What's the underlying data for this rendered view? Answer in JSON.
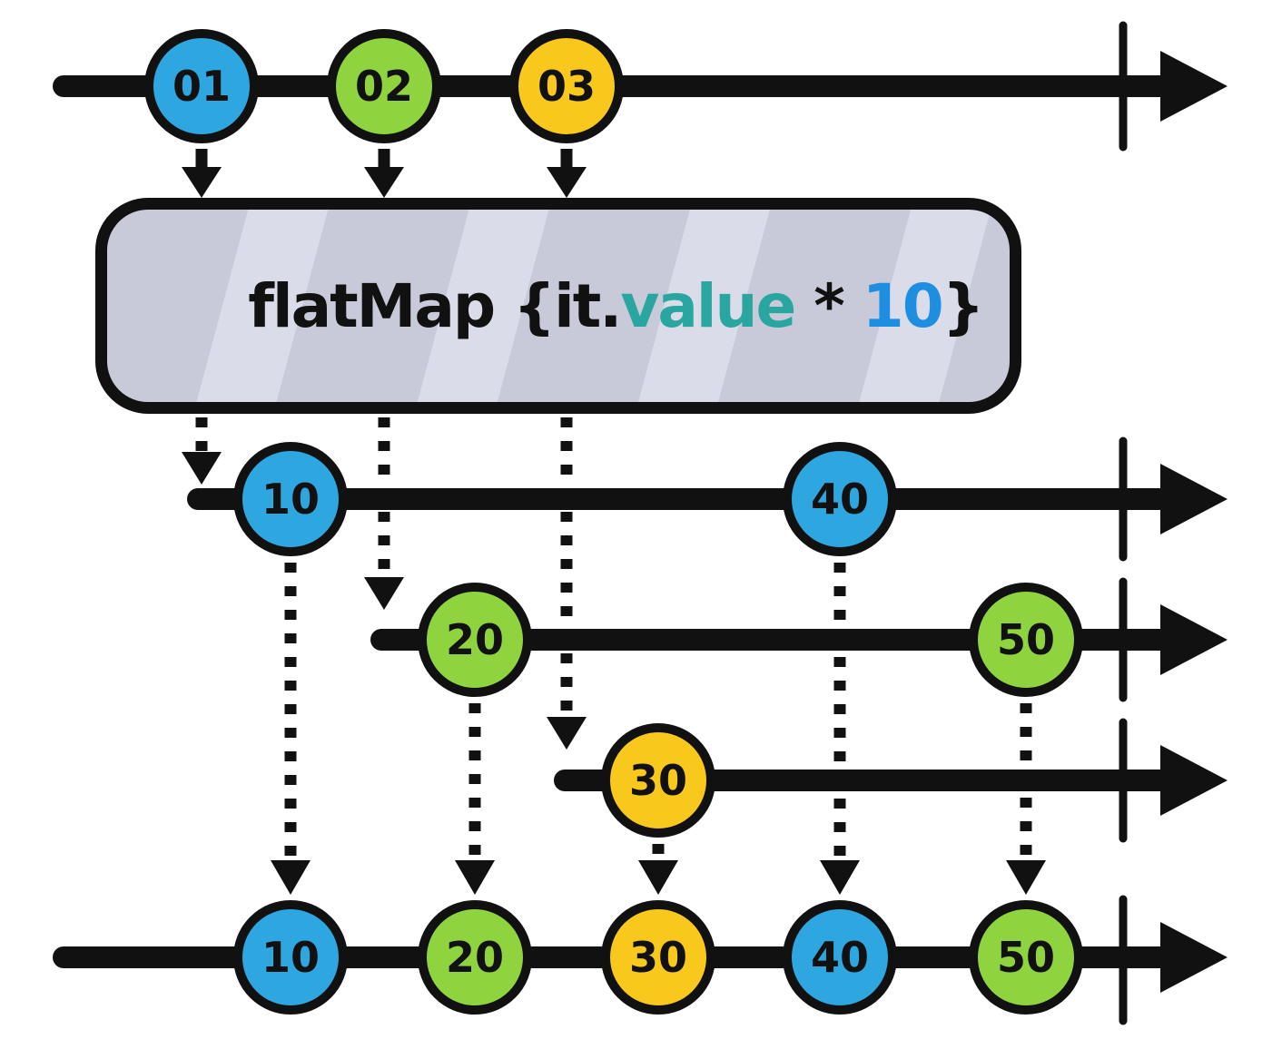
{
  "diagram": {
    "title": "flatMap marble diagram",
    "colors": {
      "blue": "#2ea7e0",
      "green": "#8fd43e",
      "yellow": "#f8c81c",
      "ink": "#111111",
      "box_fill": "#c8cada",
      "box_stripe": "#dadce9",
      "teal": "#2aa6a1",
      "accent_blue": "#1e8fe0"
    },
    "operator": {
      "prefix": "flatMap {it.",
      "property": "value",
      "property_color": "teal",
      "operator_symbol": " * ",
      "multiplier": "10",
      "multiplier_color": "accent_blue",
      "suffix": "}"
    },
    "source_stream": {
      "marbles": [
        {
          "label": "01",
          "color": "blue"
        },
        {
          "label": "02",
          "color": "green"
        },
        {
          "label": "03",
          "color": "yellow"
        }
      ]
    },
    "inner_streams": [
      {
        "marbles": [
          {
            "label": "10",
            "color": "blue"
          },
          {
            "label": "40",
            "color": "blue"
          }
        ]
      },
      {
        "marbles": [
          {
            "label": "20",
            "color": "green"
          },
          {
            "label": "50",
            "color": "green"
          }
        ]
      },
      {
        "marbles": [
          {
            "label": "30",
            "color": "yellow"
          }
        ]
      }
    ],
    "output_stream": {
      "marbles": [
        {
          "label": "10",
          "color": "blue"
        },
        {
          "label": "20",
          "color": "green"
        },
        {
          "label": "30",
          "color": "yellow"
        },
        {
          "label": "40",
          "color": "blue"
        },
        {
          "label": "50",
          "color": "green"
        }
      ]
    }
  }
}
